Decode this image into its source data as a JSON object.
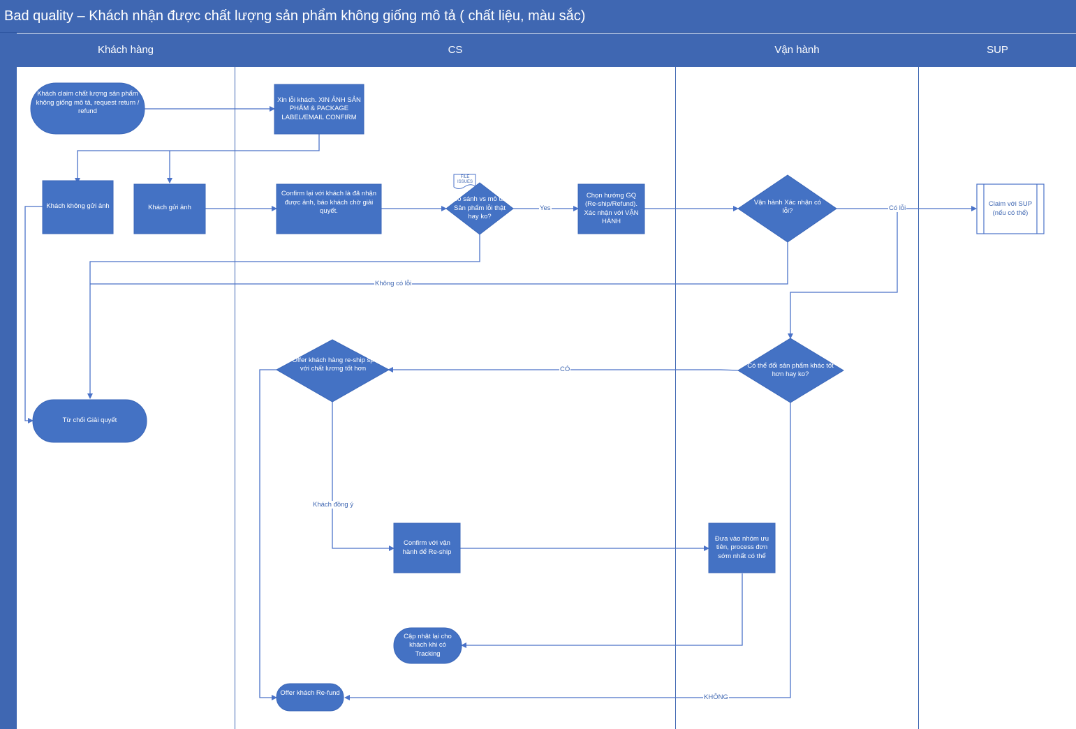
{
  "title": "Bad quality – Khách nhận được chất lượng sản phẩm không giống mô tả ( chất liệu, màu sắc)",
  "lanes": {
    "customer": "Khách hàng",
    "cs": "CS",
    "operations": "Vận hành",
    "sup": "SUP"
  },
  "nodes": {
    "customer_claim": "Khách claim chất lượng sản phẩm không giống mô tả, request return / refund",
    "apologize": "Xin lỗi khách. XIN ẢNH SẢN PHẨM & PACKAGE LABEL/EMAIL CONFIRM",
    "no_photo": "Khách không gửi ảnh",
    "sent_photo": "Khách gửi ảnh",
    "confirm_received": "Confirm lại với khách là đã nhận được ảnh, báo khách chờ giải quyết.",
    "file_issues": "FILE ISSUES",
    "compare": "So sánh vs mô tả: Sản phẩm lỗi thật hay ko?",
    "choose_direction": "Chọn hướng GQ (Re-ship/Refund). Xác nhận với VẬN HÀNH",
    "ops_confirm": "Vận hành Xác nhận có lỗi?",
    "claim_sup": "Claim với SUP (nếu có thể)",
    "reject": "Từ chối Giải quyết",
    "can_exchange": "Có thể đổi sản phẩm khác tốt hơn hay ko?",
    "offer_reship": "Offer khách hàng re-ship sp với chất lương tốt hơn",
    "confirm_reship": "Confirm với vận hành để Re-ship",
    "priority": "Đưa vào nhóm ưu tiên, process đơn sớm nhất có thể",
    "update_tracking": "Cập nhật lại cho khách khi có Tracking",
    "offer_refund": "Offer khách Re-fund"
  },
  "edge_labels": {
    "yes": "Yes",
    "has_error": "Có lỗi",
    "no_error": "Không có lỗi",
    "co": "CÓ",
    "agree": "Khách đồng ý",
    "khong": "KHÔNG"
  },
  "colors": {
    "header": "#3f67b2",
    "shape": "#4472c4",
    "line": "#4a72c8"
  }
}
